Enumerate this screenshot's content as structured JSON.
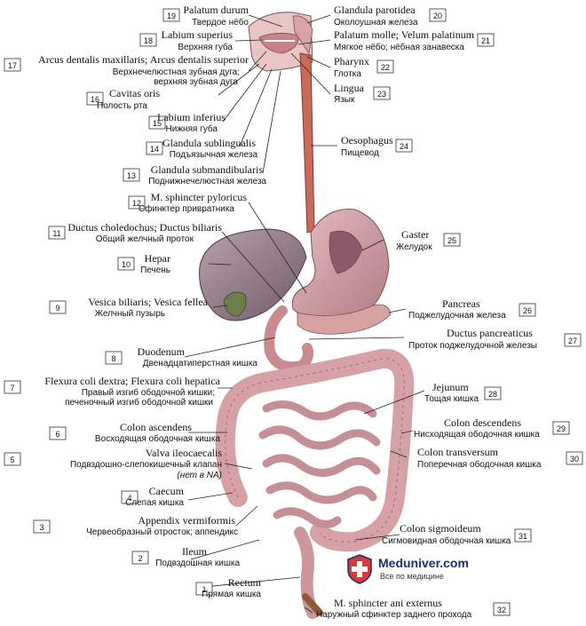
{
  "labels": [
    {
      "n": "1",
      "lat": "Rectum",
      "rus": "Прямая кишка"
    },
    {
      "n": "2",
      "lat": "Ileum",
      "rus": "Подвздошная кишка"
    },
    {
      "n": "3",
      "lat": "Appendix vermiformis",
      "rus": "Червеобразный отросток; аппендикс"
    },
    {
      "n": "4",
      "lat": "Caecum",
      "rus": "Слепая кишка"
    },
    {
      "n": "5",
      "lat": "Valva ileocaecalis",
      "rus": "Подвздошно-слепокишечный клапан",
      "rus2": "(нет в NA)"
    },
    {
      "n": "6",
      "lat": "Colon ascendens",
      "rus": "Восходящая ободочная кишка"
    },
    {
      "n": "7",
      "lat": "Flexura coli dextra; Flexura coli hepatica",
      "rus": "Правый изгиб ободочной кишки;",
      "rus2": "печеночный изгиб ободочной кишки"
    },
    {
      "n": "8",
      "lat": "Duodenum",
      "rus": "Двенадцатиперстная кишка"
    },
    {
      "n": "9",
      "lat": "Vesica biliaris; Vesica fellea",
      "rus": "Желчный пузырь"
    },
    {
      "n": "10",
      "lat": "Hepar",
      "rus": "Печень"
    },
    {
      "n": "11",
      "lat": "Ductus choledochus; Ductus biliaris",
      "rus": "Общий желчный проток"
    },
    {
      "n": "12",
      "lat": "M. sphincter pyloricus",
      "rus": "Сфинктер привратника"
    },
    {
      "n": "13",
      "lat": "Glandula submandibularis",
      "rus": "Поднижнечелюстная железа"
    },
    {
      "n": "14",
      "lat": "Glandula sublingualis",
      "rus": "Подъязычная железа"
    },
    {
      "n": "15",
      "lat": "Labium inferius",
      "rus": "Нижняя губа"
    },
    {
      "n": "16",
      "lat": "Cavitas oris",
      "rus": "Полость рта"
    },
    {
      "n": "17",
      "lat": "Arcus dentalis maxillaris; Arcus dentalis superior",
      "rus": "Верхнечелюстная зубная дуга;",
      "rus2": "верхняя зубная дуга"
    },
    {
      "n": "18",
      "lat": "Labium superius",
      "rus": "Верхняя губа"
    },
    {
      "n": "19",
      "lat": "Palatum durum",
      "rus": "Твердое нёбо"
    },
    {
      "n": "20",
      "lat": "Glandula parotidea",
      "rus": "Околоушная железа"
    },
    {
      "n": "21",
      "lat": "Palatum molle; Velum palatinum",
      "rus": "Мягкое нёбо; нёбная занавеска"
    },
    {
      "n": "22",
      "lat": "Pharynx",
      "rus": "Глотка"
    },
    {
      "n": "23",
      "lat": "Lingua",
      "rus": "Язык"
    },
    {
      "n": "24",
      "lat": "Oesophagus",
      "rus": "Пищевод"
    },
    {
      "n": "25",
      "lat": "Gaster",
      "rus": "Желудок"
    },
    {
      "n": "26",
      "lat": "Pancreas",
      "rus": "Поджелудочная железа"
    },
    {
      "n": "27",
      "lat": "Ductus pancreaticus",
      "rus": "Проток поджелудочной железы"
    },
    {
      "n": "28",
      "lat": "Jejunum",
      "rus": "Тощая кишка"
    },
    {
      "n": "29",
      "lat": "Colon descendens",
      "rus": "Нисходящая ободочная кишка"
    },
    {
      "n": "30",
      "lat": "Colon transversum",
      "rus": "Поперечная ободочная кишка"
    },
    {
      "n": "31",
      "lat": "Colon sigmoideum",
      "rus": "Сигмовидная ободочная кишка"
    },
    {
      "n": "32",
      "lat": "M. sphincter ani externus",
      "rus": "Наружный сфинктер заднего прохода"
    }
  ],
  "watermark": {
    "brand": "Meduniver.com",
    "tagline": "Все по медицине"
  }
}
